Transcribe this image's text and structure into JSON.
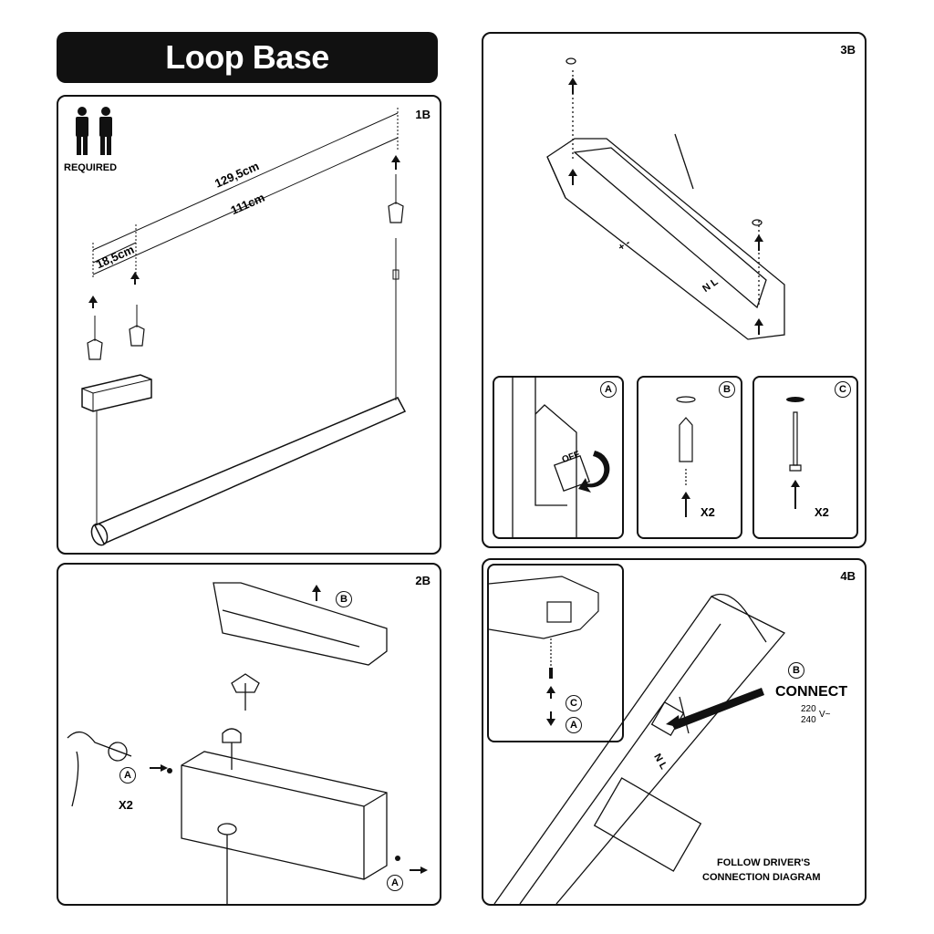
{
  "title": "Loop Base",
  "panel_1b": {
    "step": "1B",
    "required": "REQUIRED",
    "dim_total": "129,5cm",
    "dim_inner": "111cm",
    "dim_offset": "18,5cm"
  },
  "panel_2b": {
    "step": "2B",
    "marker_a": "A",
    "marker_b": "B",
    "marker_a2": "A",
    "count": "X2"
  },
  "panel_3b": {
    "step": "3B",
    "sub_a": "A",
    "sub_b": "B",
    "sub_c": "C",
    "switch_text": "OFF",
    "count_b": "X2",
    "count_c": "X2",
    "polarity": "+ -",
    "nl": "N L"
  },
  "panel_4b": {
    "step": "4B",
    "marker_c": "C",
    "marker_a": "A",
    "marker_b": "B",
    "connect": "CONNECT",
    "voltage_top": "220",
    "voltage_bottom": "240",
    "voltage_unit": "V~",
    "nl": "N L",
    "footer_line1": "FOLLOW DRIVER'S",
    "footer_line2": "CONNECTION DIAGRAM"
  }
}
